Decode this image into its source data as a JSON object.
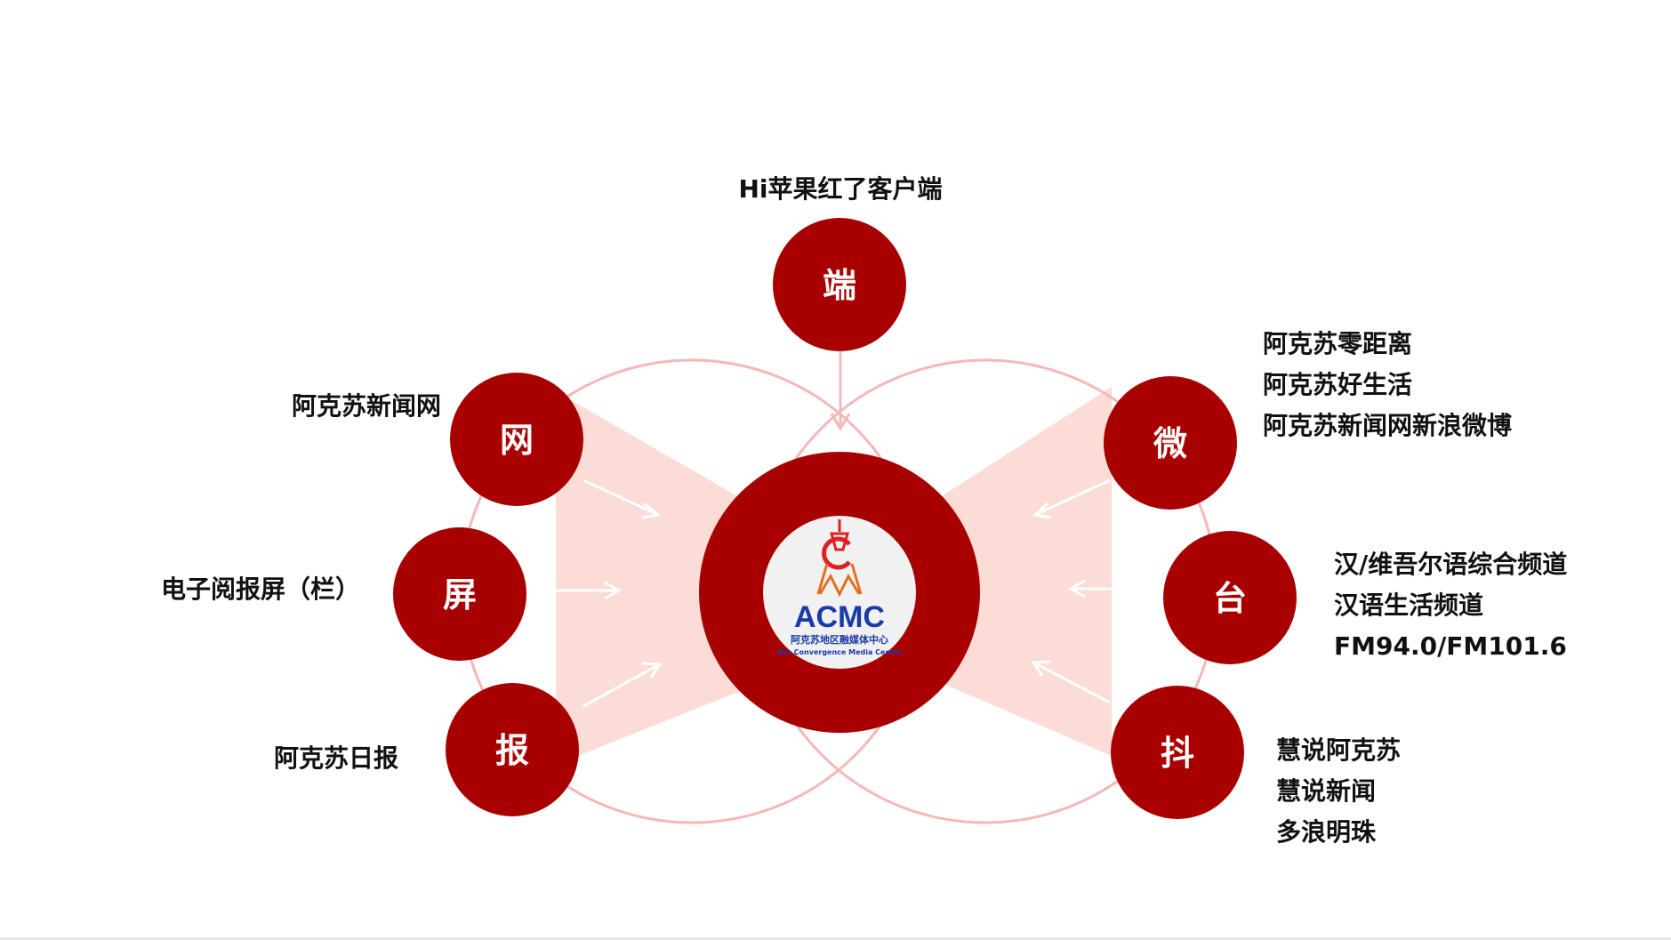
{
  "colors": {
    "node_fill": "#a80000",
    "core_ring": "#a80000",
    "core_inner": "#f1f1f1",
    "circle_stroke": "#f5b7b7",
    "wedge_fill": "#fcdcd6",
    "arrow": "#ffffff",
    "arrow_top": "#f0b9b9",
    "label_text": "#111111"
  },
  "logo": {
    "mark": "ACMC",
    "name_cn": "阿克苏地区融媒体中心",
    "name_en": "Aks Convergence Media Center"
  },
  "nodes": {
    "duan": {
      "char": "端",
      "labels": [
        "Hi苹果红了客户端"
      ]
    },
    "wang": {
      "char": "网",
      "labels": [
        "阿克苏新闻网"
      ]
    },
    "ping": {
      "char": "屏",
      "labels": [
        "电子阅报屏（栏）"
      ]
    },
    "bao": {
      "char": "报",
      "labels": [
        "阿克苏日报"
      ]
    },
    "wei": {
      "char": "微",
      "labels": [
        "阿克苏零距离",
        "阿克苏好生活",
        "阿克苏新闻网新浪微博"
      ]
    },
    "tai": {
      "char": "台",
      "labels": [
        "汉/维吾尔语综合频道",
        "汉语生活频道",
        "FM94.0/FM101.6"
      ]
    },
    "dou": {
      "char": "抖",
      "labels": [
        "慧说阿克苏",
        "慧说新闻",
        "多浪明珠"
      ]
    }
  }
}
